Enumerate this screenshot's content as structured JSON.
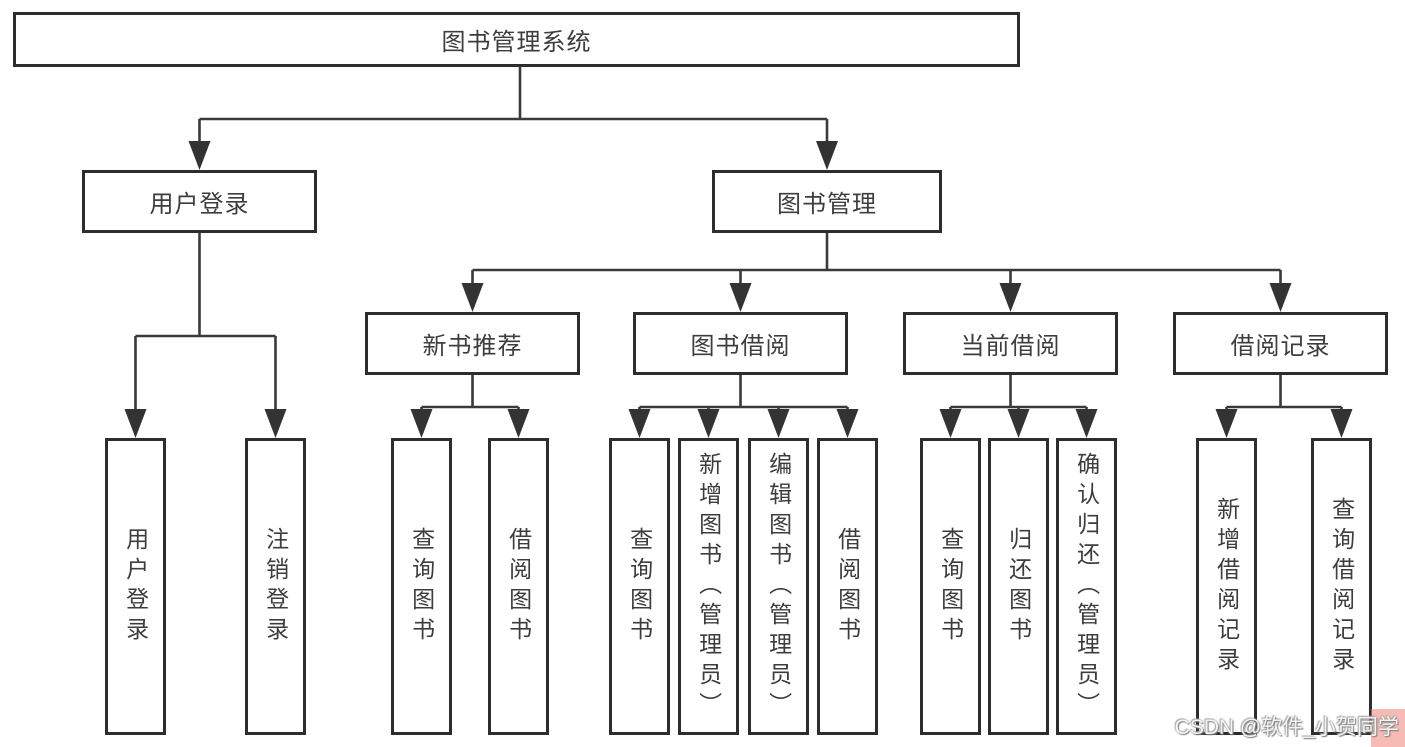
{
  "diagram_title": "图书管理系统",
  "colors": {
    "background": "#ffffff",
    "box_border": "#2d2d2d",
    "connector_line": "#3a3a3a",
    "arrowhead": "#333333",
    "text": "#3d3d3d",
    "watermark_text": "#f4f4f4",
    "watermark_accent": "#ef8378"
  },
  "tree": {
    "label": "图书管理系统",
    "children": [
      {
        "label": "用户登录",
        "children": [
          {
            "label": "用户登录"
          },
          {
            "label": "注销登录"
          }
        ]
      },
      {
        "label": "图书管理",
        "children": [
          {
            "label": "新书推荐",
            "children": [
              {
                "label": "查询图书"
              },
              {
                "label": "借阅图书"
              }
            ]
          },
          {
            "label": "图书借阅",
            "children": [
              {
                "label": "查询图书"
              },
              {
                "label": "新增图书（管理员）"
              },
              {
                "label": "编辑图书（管理员）"
              },
              {
                "label": "借阅图书"
              }
            ]
          },
          {
            "label": "当前借阅",
            "children": [
              {
                "label": "查询图书"
              },
              {
                "label": "归还图书"
              },
              {
                "label": "确认归还（管理员）"
              }
            ]
          },
          {
            "label": "借阅记录",
            "children": [
              {
                "label": "新增借阅记录"
              },
              {
                "label": "查询借阅记录"
              }
            ]
          }
        ]
      }
    ]
  },
  "watermark": {
    "text": "CSDN @软件_小贺同学"
  }
}
